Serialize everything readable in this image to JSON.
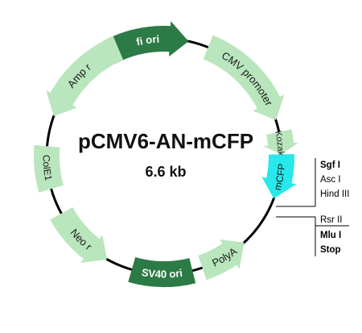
{
  "plasmid": {
    "name": "pCMV6-AN-mCFP",
    "size": "6.6 kb"
  },
  "colors": {
    "light_segment": "#b9e6bd",
    "dark_segment": "#2c7a45",
    "cfp_segment": "#27e8ea",
    "backbone": "#000000",
    "dark_label": "#ffffff",
    "light_label": "#1a1a1a"
  },
  "features": [
    {
      "id": "fi-ori",
      "label": "fi ori",
      "style": "dark",
      "direction": "cw"
    },
    {
      "id": "cmv-promoter",
      "label": "CMV promoter",
      "style": "light",
      "direction": "cw"
    },
    {
      "id": "kozak",
      "label": "Kozak",
      "style": "light",
      "direction": "cw"
    },
    {
      "id": "mcfp",
      "label": "mCFP",
      "style": "cfp",
      "direction": "cw"
    },
    {
      "id": "polya",
      "label": "PolyA",
      "style": "light",
      "direction": "ccw"
    },
    {
      "id": "sv40-ori",
      "label": "SV40 ori",
      "style": "dark",
      "direction": "none"
    },
    {
      "id": "neo-r",
      "label": "Neo r",
      "style": "light",
      "direction": "ccw"
    },
    {
      "id": "cole1",
      "label": "ColE1",
      "style": "light",
      "direction": "none"
    },
    {
      "id": "amp-r",
      "label": "Amp r",
      "style": "light",
      "direction": "ccw"
    }
  ],
  "sites_upper": [
    {
      "label": "Sgf I",
      "bold": true
    },
    {
      "label": "Asc I",
      "bold": false
    },
    {
      "label": "Hind III",
      "bold": false
    }
  ],
  "sites_lower": [
    {
      "label": "Rsr II",
      "bold": false
    },
    {
      "label": "Mlu I",
      "bold": true
    },
    {
      "label": "Stop",
      "bold": true
    }
  ]
}
